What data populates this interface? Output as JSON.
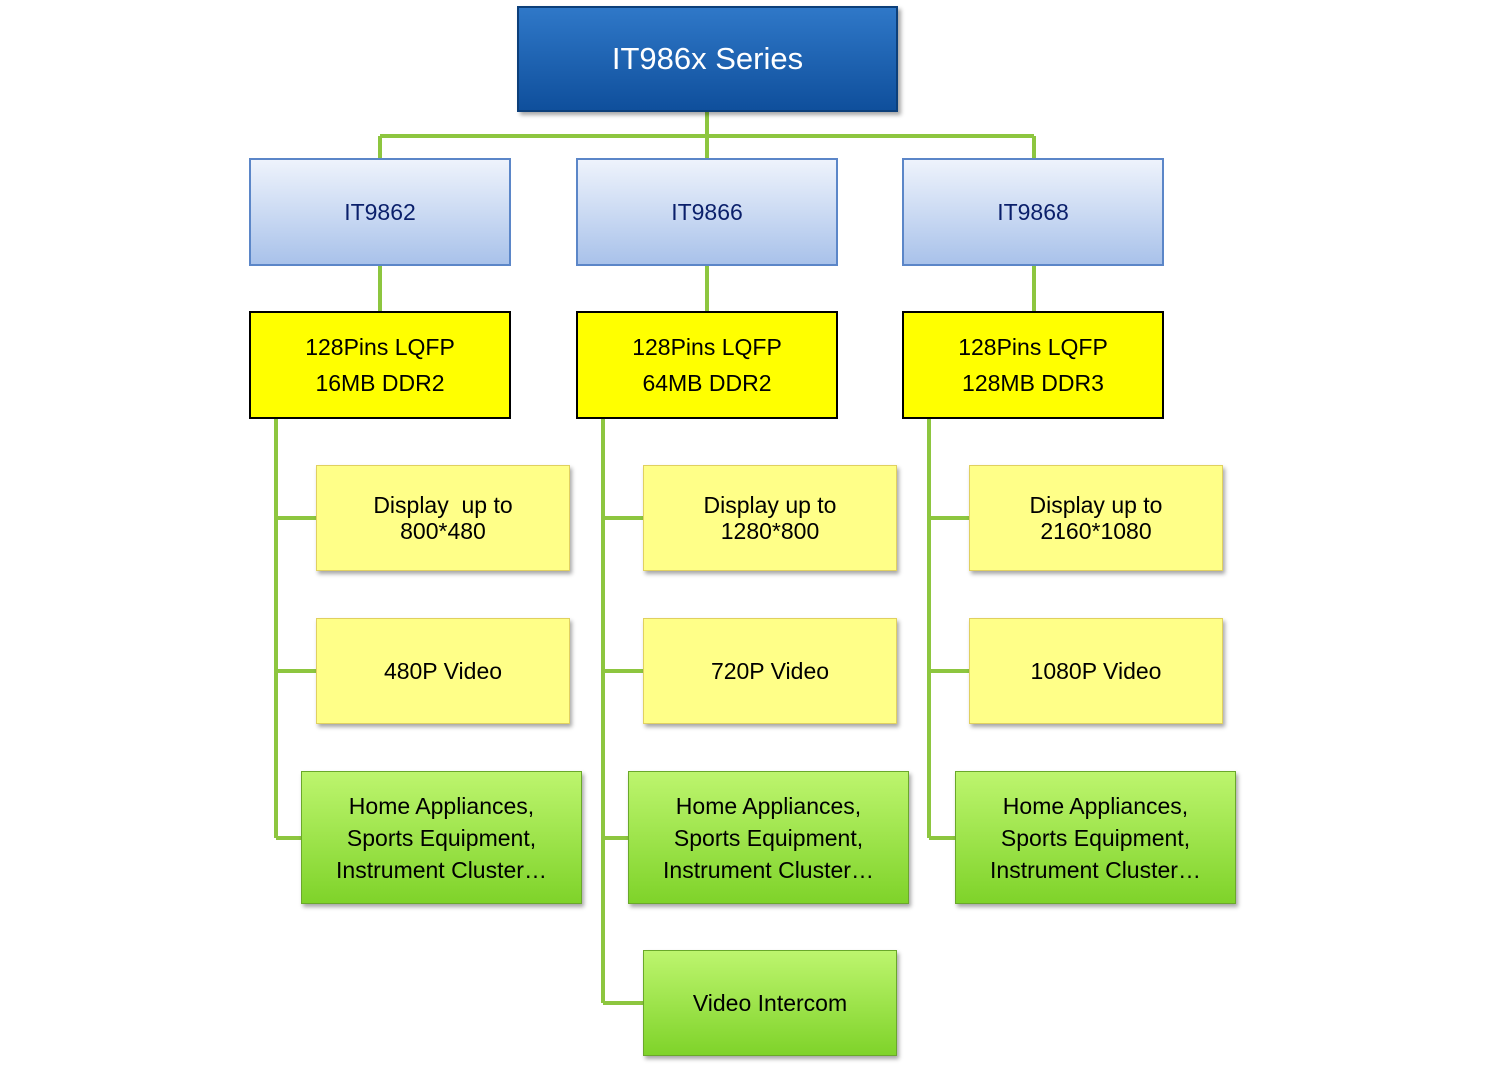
{
  "root": {
    "label": "IT986x Series"
  },
  "models": [
    {
      "name": "IT9862",
      "spec": [
        "128Pins LQFP",
        "16MB DDR2"
      ],
      "display": [
        "Display  up to",
        "800*480"
      ],
      "video": "480P Video",
      "apps": [
        "Home Appliances,",
        "Sports Equipment,",
        "Instrument Cluster…"
      ]
    },
    {
      "name": "IT9866",
      "spec": [
        "128Pins LQFP",
        "64MB DDR2"
      ],
      "display": [
        "Display up to",
        "1280*800"
      ],
      "video": "720P Video",
      "apps": [
        "Home Appliances,",
        "Sports Equipment,",
        "Instrument Cluster…"
      ],
      "extra_app": "Video Intercom"
    },
    {
      "name": "IT9868",
      "spec": [
        "128Pins LQFP",
        "128MB DDR3"
      ],
      "display": [
        "Display up to",
        "2160*1080"
      ],
      "video": "1080P Video",
      "apps": [
        "Home Appliances,",
        "Sports Equipment,",
        "Instrument Cluster…"
      ]
    }
  ],
  "colors": {
    "connector": "#8dc63f",
    "root_fill": "#1f5fae",
    "model_fill": "#c8d8f2",
    "spec_fill": "#ffff00",
    "feature_fill": "#ffff88",
    "app_fill": "#92d050"
  }
}
